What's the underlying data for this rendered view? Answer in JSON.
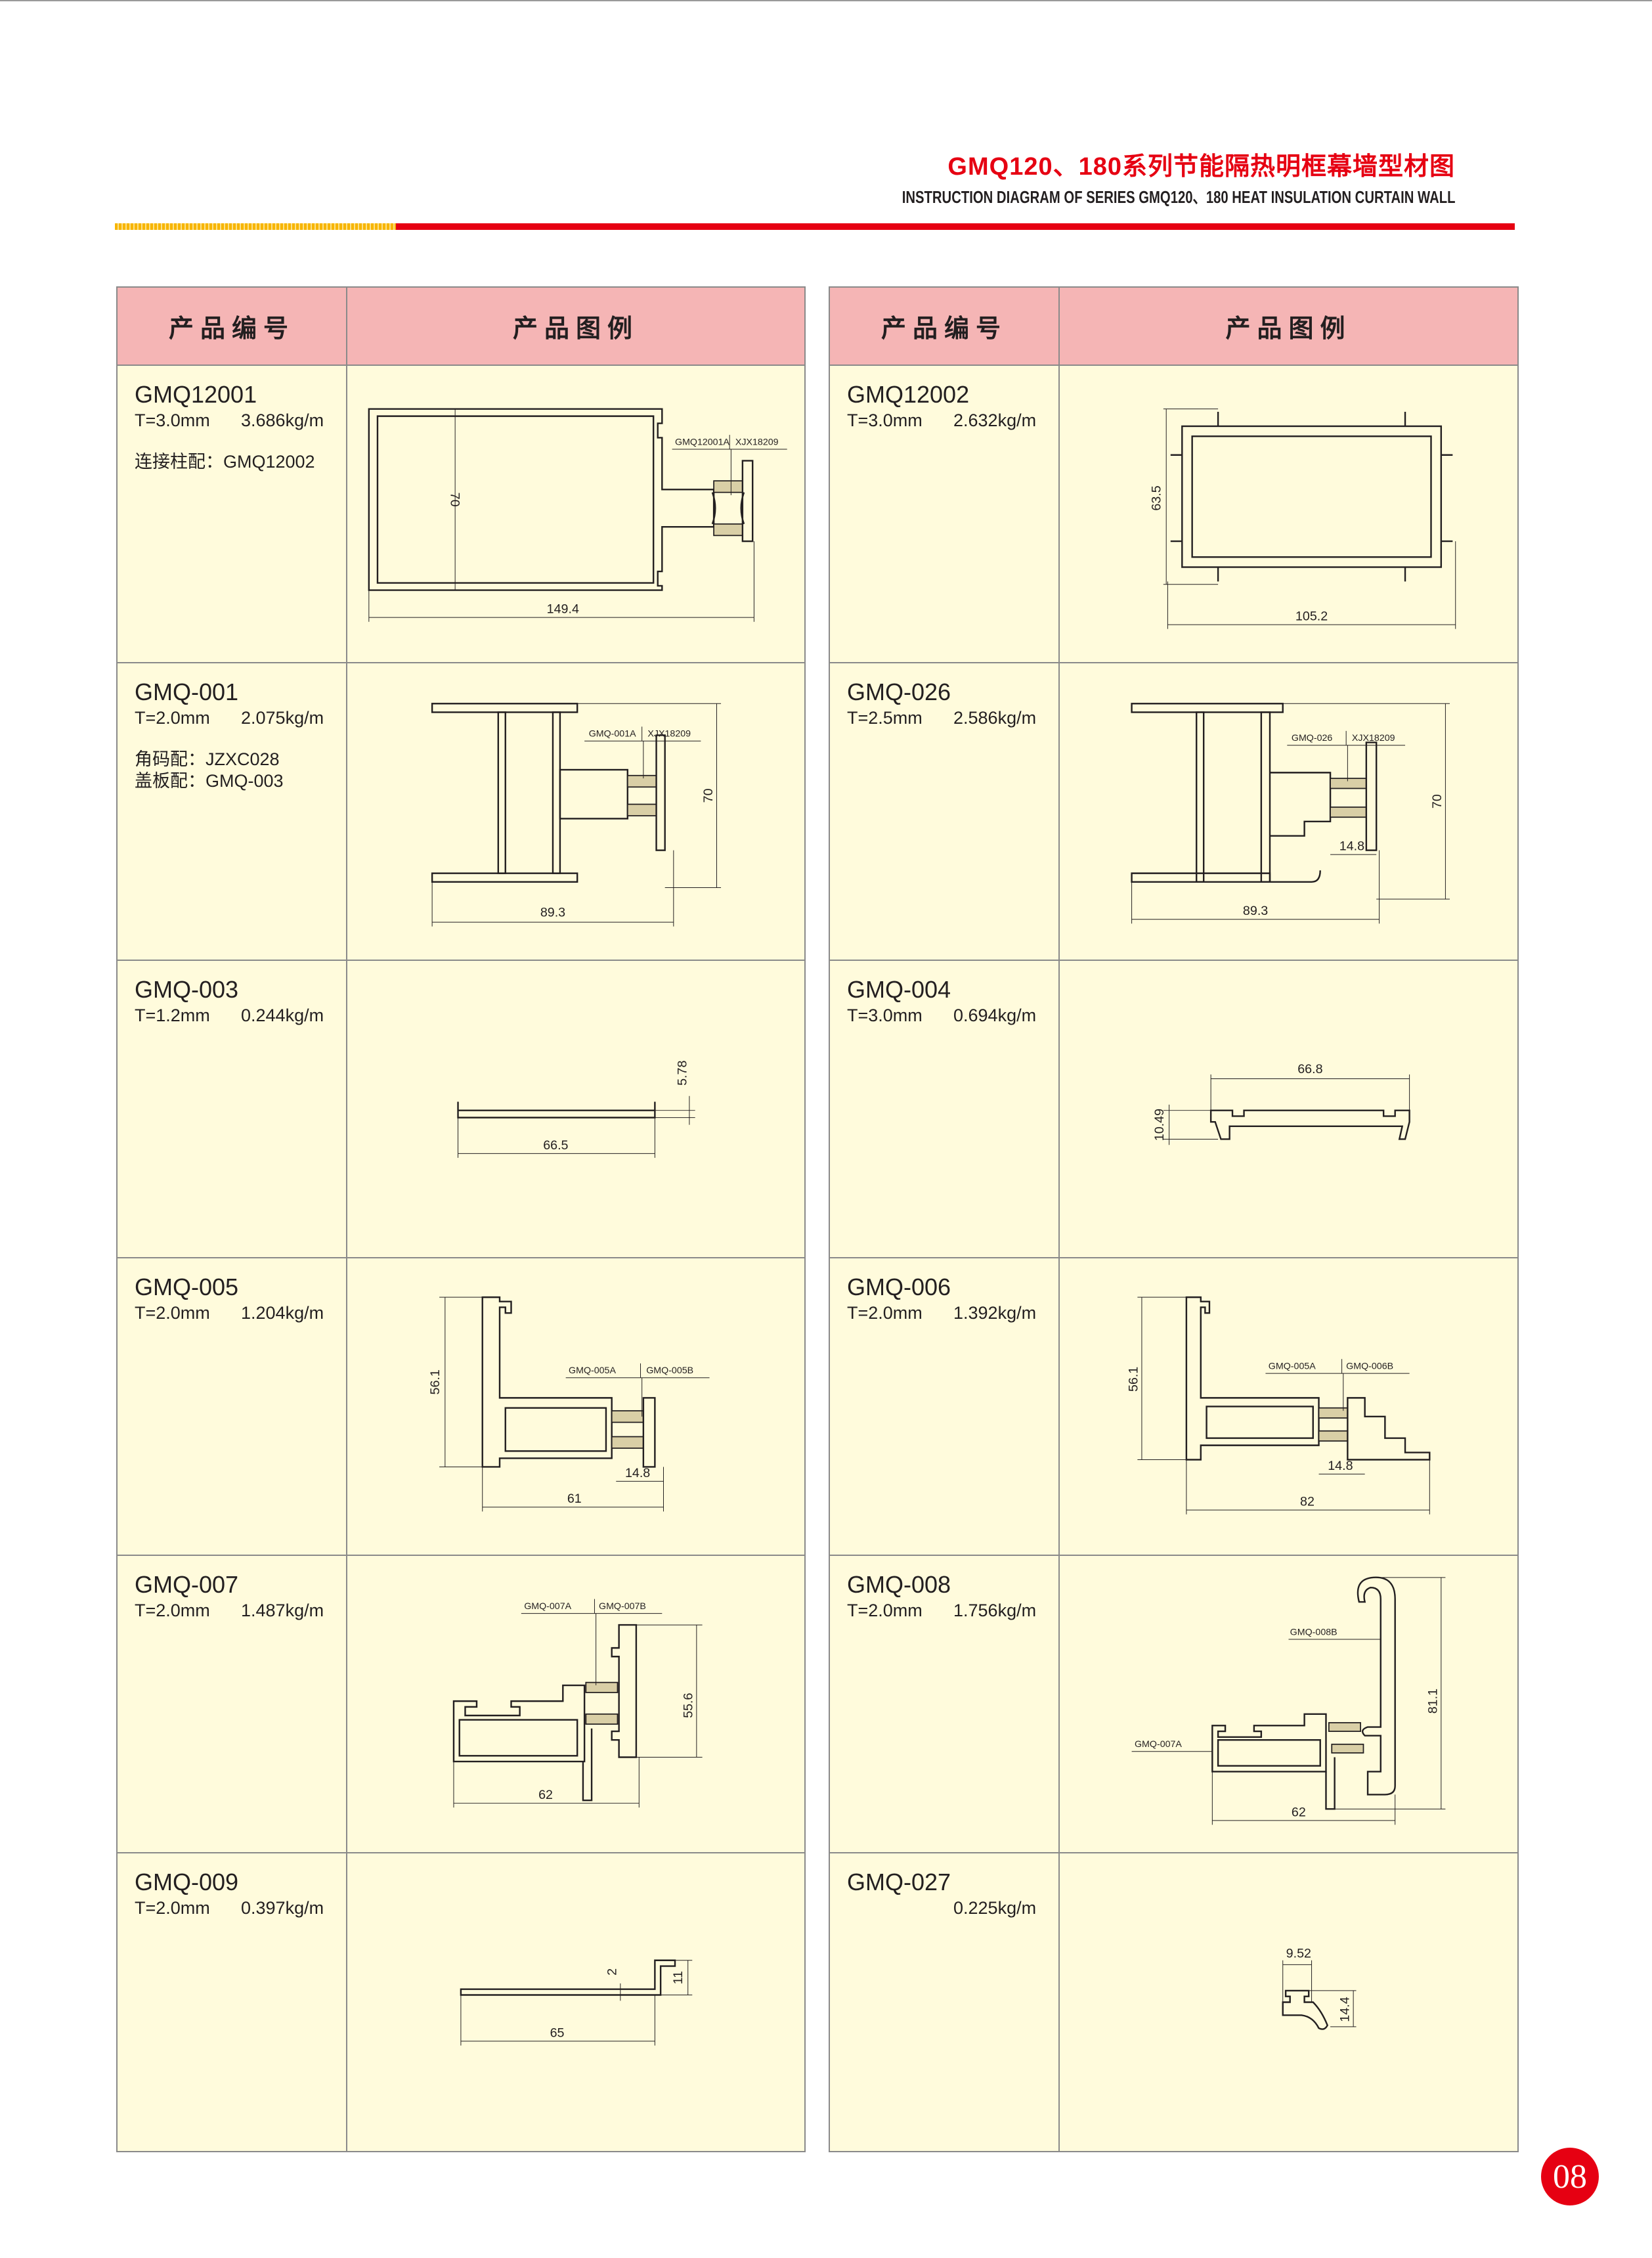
{
  "header": {
    "title_cn": "GMQ120、180系列节能隔热明框幕墙型材图",
    "title_en": "INSTRUCTION DIAGRAM OF SERIES GMQ120、180 HEAT INSULATION CURTAIN WALL"
  },
  "table_headers": {
    "code": "产品编号",
    "figure": "产品图例"
  },
  "left": [
    {
      "code": "GMQ12001",
      "thickness": "T=3.0mm",
      "weight": "3.686kg/m",
      "notes": [
        "连接柱配：GMQ12002"
      ],
      "dims": [
        "70",
        "149.4"
      ],
      "labels": [
        "GMQ12001A",
        "XJX18209"
      ]
    },
    {
      "code": "GMQ-001",
      "thickness": "T=2.0mm",
      "weight": "2.075kg/m",
      "notes": [
        "角码配：JZXC028",
        "盖板配：GMQ-003"
      ],
      "dims": [
        "70",
        "89.3"
      ],
      "labels": [
        "GMQ-001A",
        "XJX18209"
      ]
    },
    {
      "code": "GMQ-003",
      "thickness": "T=1.2mm",
      "weight": "0.244kg/m",
      "notes": [],
      "dims": [
        "5.78",
        "66.5"
      ],
      "labels": []
    },
    {
      "code": "GMQ-005",
      "thickness": "T=2.0mm",
      "weight": "1.204kg/m",
      "notes": [],
      "dims": [
        "56.1",
        "14.8",
        "61"
      ],
      "labels": [
        "GMQ-005A",
        "GMQ-005B"
      ]
    },
    {
      "code": "GMQ-007",
      "thickness": "T=2.0mm",
      "weight": "1.487kg/m",
      "notes": [],
      "dims": [
        "55.6",
        "62"
      ],
      "labels": [
        "GMQ-007A",
        "GMQ-007B"
      ]
    },
    {
      "code": "GMQ-009",
      "thickness": "T=2.0mm",
      "weight": "0.397kg/m",
      "notes": [],
      "dims": [
        "2",
        "11",
        "65"
      ],
      "labels": []
    }
  ],
  "right": [
    {
      "code": "GMQ12002",
      "thickness": "T=3.0mm",
      "weight": "2.632kg/m",
      "notes": [],
      "dims": [
        "63.5",
        "105.2"
      ],
      "labels": []
    },
    {
      "code": "GMQ-026",
      "thickness": "T=2.5mm",
      "weight": "2.586kg/m",
      "notes": [],
      "dims": [
        "70",
        "14.8",
        "89.3"
      ],
      "labels": [
        "GMQ-026",
        "XJX18209"
      ]
    },
    {
      "code": "GMQ-004",
      "thickness": "T=3.0mm",
      "weight": "0.694kg/m",
      "notes": [],
      "dims": [
        "66.8",
        "10.49"
      ],
      "labels": []
    },
    {
      "code": "GMQ-006",
      "thickness": "T=2.0mm",
      "weight": "1.392kg/m",
      "notes": [],
      "dims": [
        "56.1",
        "14.8",
        "82"
      ],
      "labels": [
        "GMQ-005A",
        "GMQ-006B"
      ]
    },
    {
      "code": "GMQ-008",
      "thickness": "T=2.0mm",
      "weight": "1.756kg/m",
      "notes": [],
      "dims": [
        "81.1",
        "62"
      ],
      "labels": [
        "GMQ-008B",
        "GMQ-007A"
      ]
    },
    {
      "code": "GMQ-027",
      "thickness": "",
      "weight": "0.225kg/m",
      "notes": [],
      "dims": [
        "9.52",
        "14.4"
      ],
      "labels": []
    }
  ],
  "page_number": "08",
  "colors": {
    "accent": "#e60012",
    "header_bg": "#f5b5b5",
    "cell_bg": "#fffbdc"
  }
}
